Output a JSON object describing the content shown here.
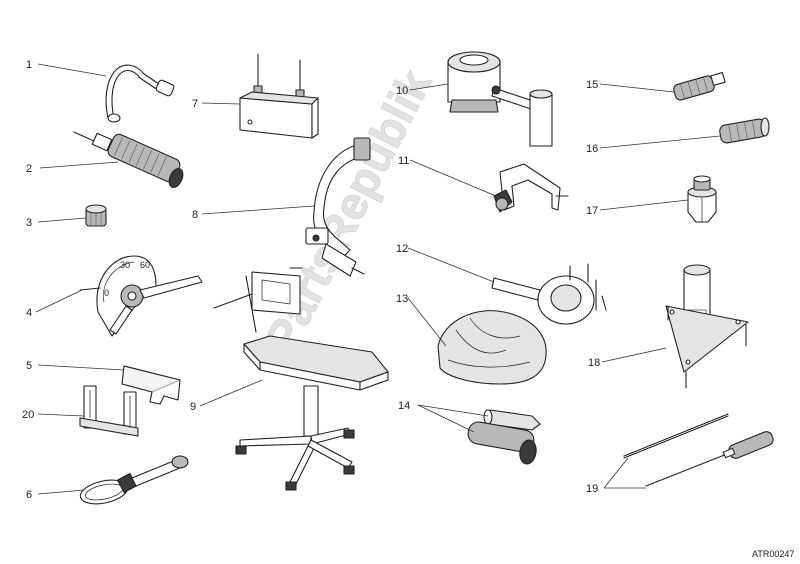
{
  "watermark": "PartsRepublik",
  "reference_code": "ATR00247",
  "callouts": [
    "1",
    "2",
    "3",
    "4",
    "5",
    "6",
    "7",
    "8",
    "9",
    "10",
    "11",
    "12",
    "13",
    "14",
    "15",
    "16",
    "17",
    "18",
    "19",
    "20"
  ]
}
